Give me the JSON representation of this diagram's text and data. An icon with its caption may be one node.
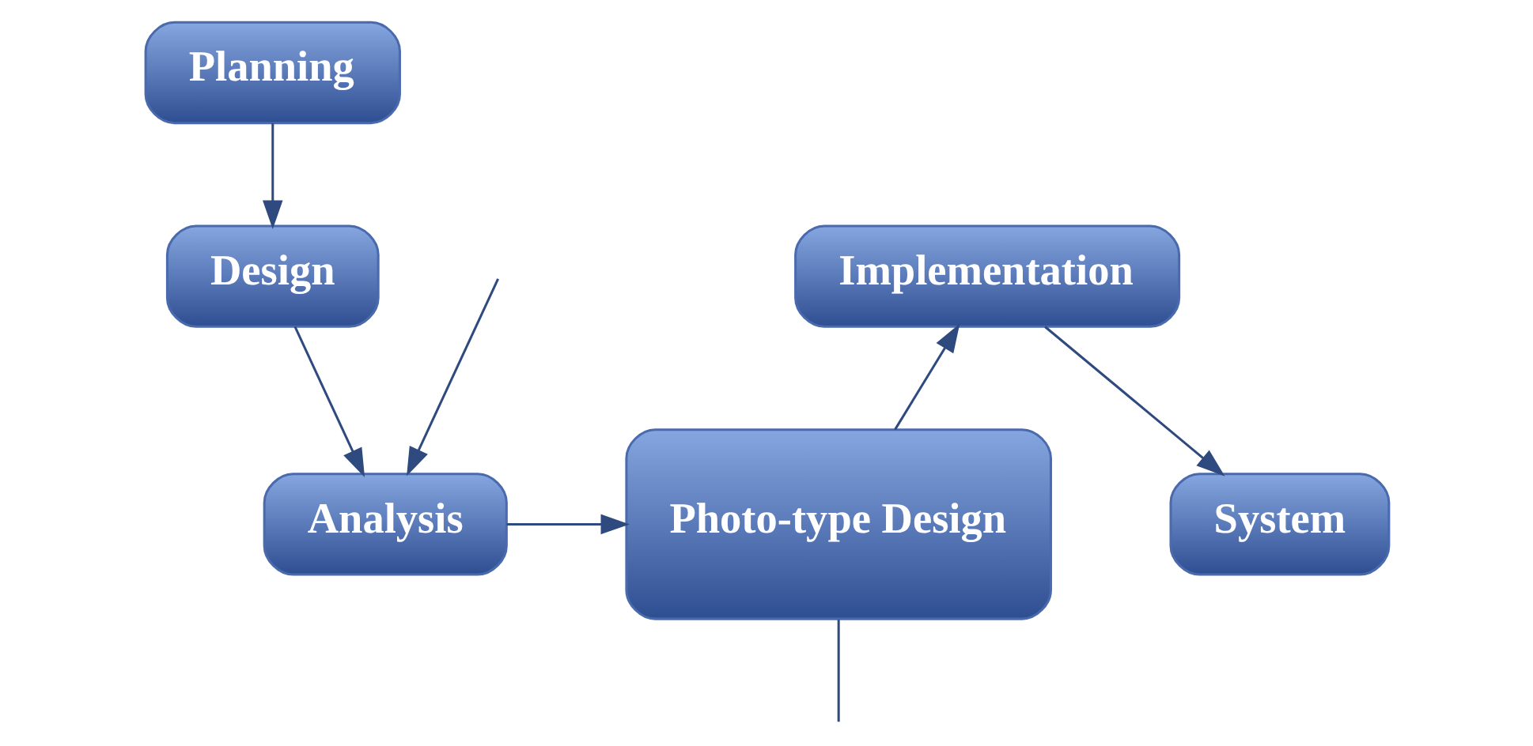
{
  "diagram": {
    "nodes": [
      {
        "text": [
          "Planning"
        ]
      },
      {
        "text": [
          "Design"
        ]
      },
      {
        "text": [
          "Analysis"
        ]
      },
      {
        "text": [
          "Photo-type Design"
        ]
      },
      {
        "text": [
          "Implementation"
        ]
      },
      {
        "text": [
          "System"
        ]
      }
    ],
    "edges": [
      {
        "from": 0,
        "to": 1,
        "arrow": "to"
      },
      {
        "from": 1,
        "to": 2,
        "arrow": "to"
      },
      {
        "from": 2,
        "to": 3,
        "arrow": "to"
      },
      {
        "from": 3,
        "to": 4,
        "arrow": "to"
      },
      {
        "from": 4,
        "to": 5,
        "arrow": "to"
      },
      {
        "from": 3,
        "to": null,
        "arrow": "none"
      },
      {
        "from": null,
        "to": 2,
        "arrow": "to"
      }
    ]
  }
}
